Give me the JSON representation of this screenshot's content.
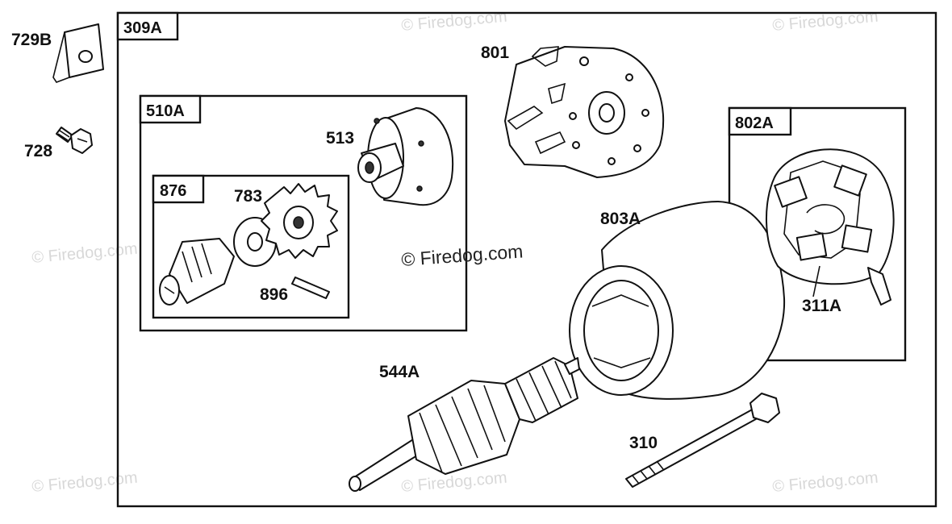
{
  "diagram": {
    "assemblies": {
      "outer": "309A",
      "drive": "510A",
      "clutch": "876",
      "brush_plate": "802A"
    },
    "callouts": {
      "bracket": "729B",
      "screw": "728",
      "end_cap": "801",
      "drive_housing": "513",
      "pinion_gear": "783",
      "pin": "896",
      "housing": "803A",
      "brush": "311A",
      "armature": "544A",
      "bolt": "310"
    },
    "watermark": "© Firedog.com"
  }
}
